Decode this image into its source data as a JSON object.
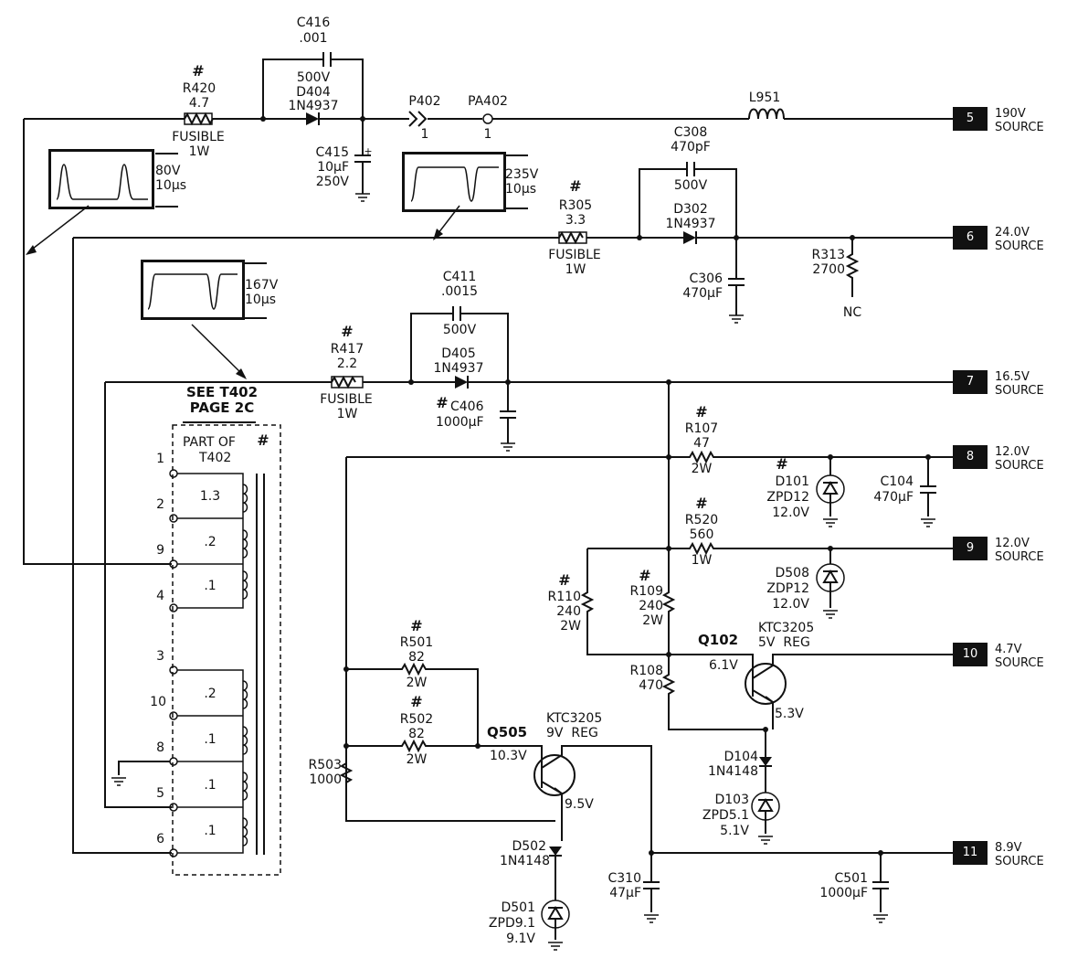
{
  "components": {
    "c416": {
      "ref": "C416",
      "value": ".001",
      "rating": "500V"
    },
    "d404": {
      "ref": "D404",
      "part": "1N4937"
    },
    "r420": {
      "ref": "R420",
      "value": "4.7",
      "type": "FUSIBLE",
      "rating": "1W"
    },
    "c415": {
      "ref": "C415",
      "value": "10µF",
      "rating": "250V"
    },
    "p402": {
      "ref": "P402",
      "pin": "1"
    },
    "pa402": {
      "ref": "PA402",
      "pin": "1"
    },
    "l951": {
      "ref": "L951"
    },
    "c308": {
      "ref": "C308",
      "value": "470pF",
      "rating": "500V"
    },
    "d302": {
      "ref": "D302",
      "part": "1N4937"
    },
    "r305": {
      "ref": "R305",
      "value": "3.3",
      "type": "FUSIBLE",
      "rating": "1W"
    },
    "c306": {
      "ref": "C306",
      "value": "470µF"
    },
    "r313": {
      "ref": "R313",
      "value": "2700"
    },
    "nc": "NC",
    "c411": {
      "ref": "C411",
      "value": ".0015",
      "rating": "500V"
    },
    "d405": {
      "ref": "D405",
      "part": "1N4937"
    },
    "r417": {
      "ref": "R417",
      "value": "2.2",
      "type": "FUSIBLE",
      "rating": "1W"
    },
    "c406": {
      "ref": "C406",
      "value": "1000µF"
    },
    "r107": {
      "ref": "R107",
      "value": "47",
      "rating": "2W"
    },
    "d101": {
      "ref": "D101",
      "part": "ZPD12",
      "voltage": "12.0V"
    },
    "c104": {
      "ref": "C104",
      "value": "470µF"
    },
    "r520": {
      "ref": "R520",
      "value": "560",
      "rating": "1W"
    },
    "d508": {
      "ref": "D508",
      "part": "ZDP12",
      "voltage": "12.0V"
    },
    "r110": {
      "ref": "R110",
      "value": "240",
      "rating": "2W"
    },
    "r109": {
      "ref": "R109",
      "value": "240",
      "rating": "2W"
    },
    "q102": {
      "ref": "Q102",
      "part": "KTC3205",
      "function": "5V  REG",
      "vb": "6.1V",
      "ve": "5.3V"
    },
    "r108": {
      "ref": "R108",
      "value": "470"
    },
    "d104": {
      "ref": "D104",
      "part": "1N4148"
    },
    "d103": {
      "ref": "D103",
      "part": "ZPD5.1",
      "voltage": "5.1V"
    },
    "r501": {
      "ref": "R501",
      "value": "82",
      "rating": "2W"
    },
    "r502": {
      "ref": "R502",
      "value": "82",
      "rating": "2W"
    },
    "r503": {
      "ref": "R503",
      "value": "1000"
    },
    "q505": {
      "ref": "Q505",
      "part": "KTC3205",
      "function": "9V  REG",
      "vb": "10.3V",
      "ve": "9.5V"
    },
    "d502": {
      "ref": "D502",
      "part": "1N4148"
    },
    "d501": {
      "ref": "D501",
      "part": "ZPD9.1",
      "voltage": "9.1V"
    },
    "c310": {
      "ref": "C310",
      "value": "47µF"
    },
    "c501": {
      "ref": "C501",
      "value": "1000µF"
    }
  },
  "hash": "#",
  "plus": "+",
  "waveforms": [
    {
      "voltage": "80V",
      "time": "10µs"
    },
    {
      "voltage": "235V",
      "time": "10µs"
    },
    {
      "voltage": "167V",
      "time": "10µs"
    }
  ],
  "transformer": {
    "see_line1": "SEE T402",
    "see_line2": "PAGE 2C",
    "part_of": "PART OF",
    "ref": "T402",
    "pins": [
      "1",
      "2",
      "9",
      "4",
      "3",
      "10",
      "8",
      "5",
      "6"
    ],
    "ratios": [
      "1.3",
      ".2",
      ".1",
      ".2",
      ".1",
      ".1",
      ".1"
    ]
  },
  "outputs": [
    {
      "pin": "5",
      "voltage": "190V",
      "label": "SOURCE"
    },
    {
      "pin": "6",
      "voltage": "24.0V",
      "label": "SOURCE"
    },
    {
      "pin": "7",
      "voltage": "16.5V",
      "label": "SOURCE"
    },
    {
      "pin": "8",
      "voltage": "12.0V",
      "label": "SOURCE"
    },
    {
      "pin": "9",
      "voltage": "12.0V",
      "label": "SOURCE"
    },
    {
      "pin": "10",
      "voltage": "4.7V",
      "label": "SOURCE"
    },
    {
      "pin": "11",
      "voltage": "8.9V",
      "label": "SOURCE"
    }
  ]
}
